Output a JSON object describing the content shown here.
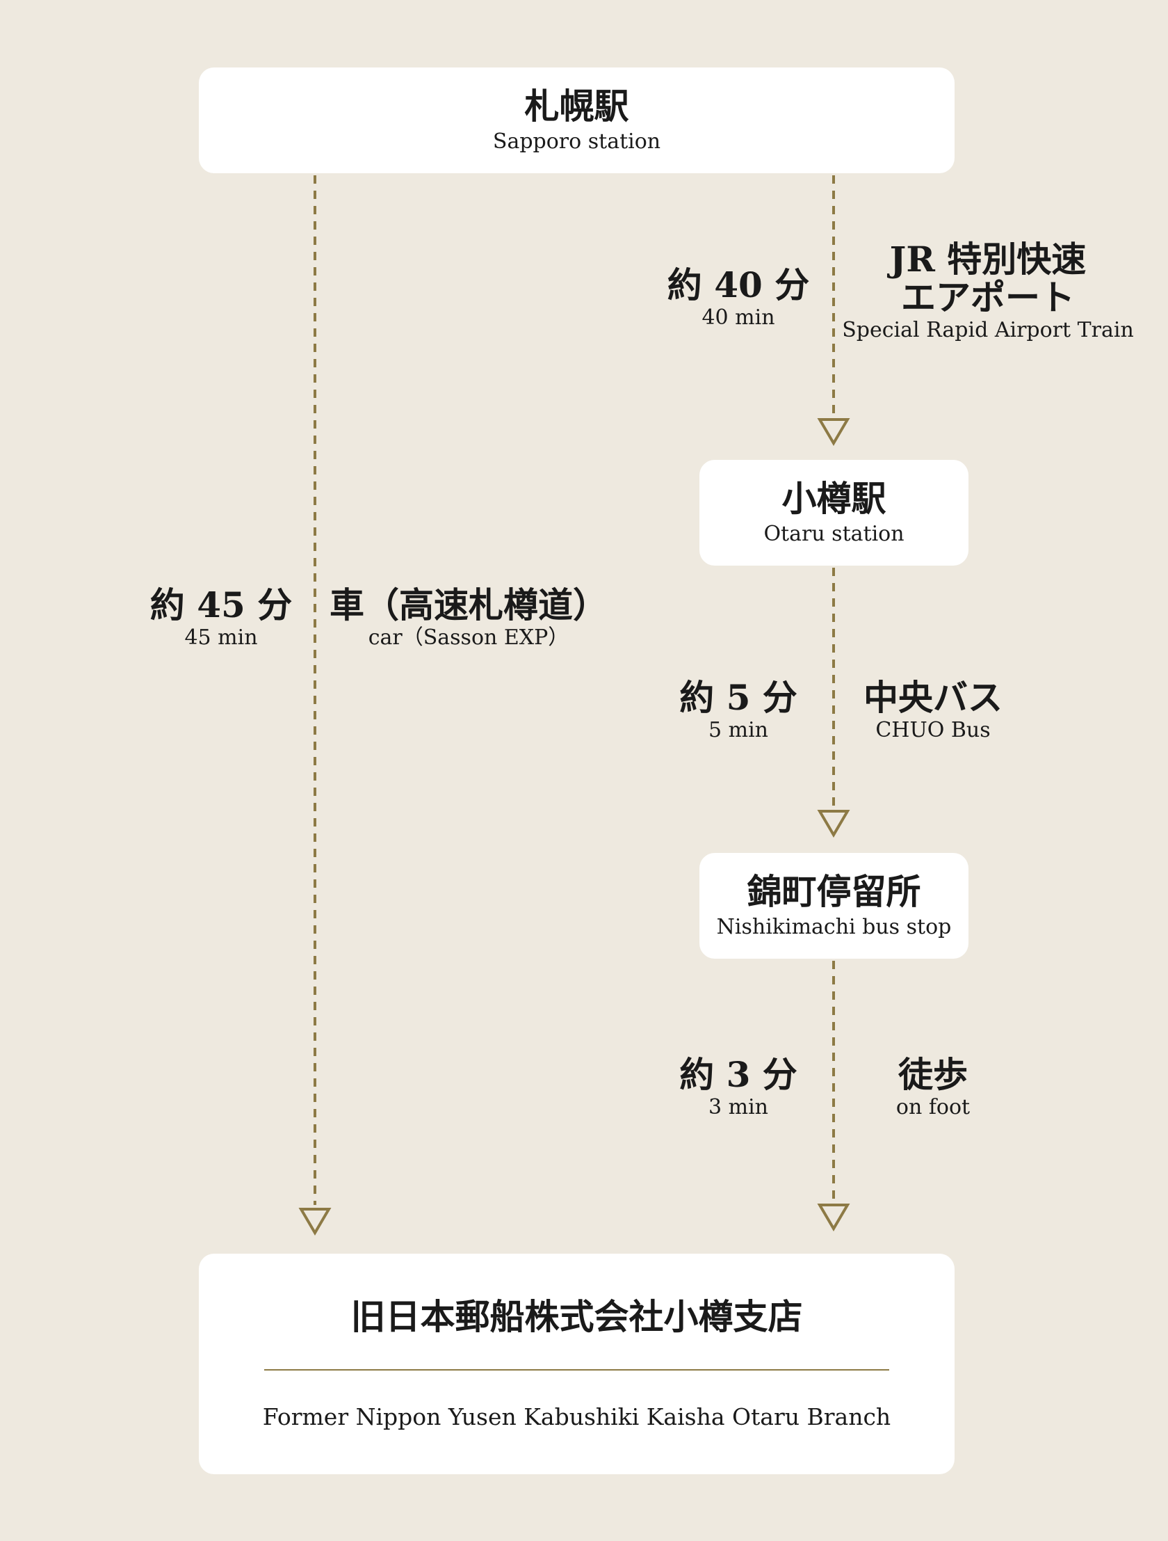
{
  "colors": {
    "background": "#eee9df",
    "card": "#ffffff",
    "accent": "#8d7a45",
    "text": "#1a1a1a"
  },
  "stops": {
    "sapporo": {
      "jp": "札幌駅",
      "en": "Sapporo station"
    },
    "otaru": {
      "jp": "小樽駅",
      "en": "Otaru station"
    },
    "nishikimachi": {
      "jp": "錦町停留所",
      "en": "Nishikimachi bus stop"
    },
    "destination": {
      "jp": "旧日本郵船株式会社小樽支店",
      "en": "Former Nippon Yusen Kabushiki Kaisha Otaru Branch"
    }
  },
  "routes": {
    "car": {
      "time_jp": "約 45 分",
      "time_en": "45 min",
      "mode_jp": "車（高速札樽道）",
      "mode_en": "car（Sasson EXP）"
    },
    "train": {
      "time_jp": "約 40 分",
      "time_en": "40 min",
      "mode_jp_line1": "JR 特別快速",
      "mode_jp_line2": "エアポート",
      "mode_en": "Special Rapid Airport Train"
    },
    "bus": {
      "time_jp": "約 5 分",
      "time_en": "5 min",
      "mode_jp": "中央バス",
      "mode_en": "CHUO Bus"
    },
    "walk": {
      "time_jp": "約 3 分",
      "time_en": "3 min",
      "mode_jp": "徒歩",
      "mode_en": "on foot"
    }
  }
}
